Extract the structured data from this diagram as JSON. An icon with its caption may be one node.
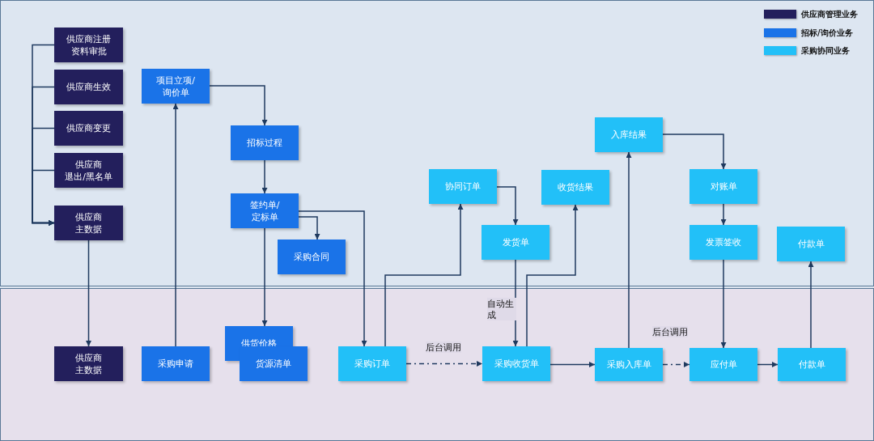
{
  "diagram": {
    "nodes": [
      {
        "text": [
          "供应商注册资料审批"
        ]
      },
      {
        "text": [
          "供应商生效"
        ]
      },
      {
        "text": [
          "供应商变更"
        ]
      },
      {
        "text": [
          "供应商退出/黑名单"
        ]
      },
      {
        "text": [
          "供应商主数据"
        ]
      },
      {
        "text": [
          "项目立项/询价单"
        ]
      },
      {
        "text": [
          "招标过程"
        ]
      },
      {
        "text": [
          "签约单/定标单"
        ]
      },
      {
        "text": [
          "采购合同"
        ]
      },
      {
        "text": [
          "入库结果"
        ]
      },
      {
        "text": [
          "协同订单"
        ]
      },
      {
        "text": [
          "收货结果"
        ]
      },
      {
        "text": [
          "对账单"
        ]
      },
      {
        "text": [
          "发货单"
        ]
      },
      {
        "text": [
          "发票签收"
        ]
      },
      {
        "text": [
          "付款单"
        ]
      },
      {
        "text": [
          "供应商主数据"
        ]
      },
      {
        "text": [
          "采购申请"
        ]
      },
      {
        "text": [
          "供货价格"
        ]
      },
      {
        "text": [
          "货源清单"
        ]
      },
      {
        "text": [
          "采购订单"
        ]
      },
      {
        "text": [
          "采购收货单"
        ]
      },
      {
        "text": [
          "采购入库单"
        ]
      },
      {
        "text": [
          "应付单"
        ]
      },
      {
        "text": [
          "付款单"
        ]
      }
    ],
    "edges": [
      {
        "from": 0,
        "to": 4,
        "arrow": "to"
      },
      {
        "from": 1,
        "to": 4,
        "arrow": "to"
      },
      {
        "from": 2,
        "to": 4,
        "arrow": "to"
      },
      {
        "from": 3,
        "to": 4,
        "arrow": "to"
      },
      {
        "from": 4,
        "to": 16,
        "arrow": "to"
      },
      {
        "from": 17,
        "to": 5,
        "arrow": "to"
      },
      {
        "from": 5,
        "to": 6,
        "arrow": "to"
      },
      {
        "from": 6,
        "to": 7,
        "arrow": "to"
      },
      {
        "from": 7,
        "to": 8,
        "arrow": "to"
      },
      {
        "from": 7,
        "to": 18,
        "arrow": "to"
      },
      {
        "from": 7,
        "to": 20,
        "arrow": "to"
      },
      {
        "from": 20,
        "to": 10,
        "arrow": "to"
      },
      {
        "from": 10,
        "to": 13,
        "arrow": "to"
      },
      {
        "from": 13,
        "to": 21,
        "arrow": "to",
        "label": "自动生成"
      },
      {
        "from": 21,
        "to": 11,
        "arrow": "to"
      },
      {
        "from": 22,
        "to": 9,
        "arrow": "to"
      },
      {
        "from": 9,
        "to": 12,
        "arrow": "to"
      },
      {
        "from": 12,
        "to": 14,
        "arrow": "to"
      },
      {
        "from": 14,
        "to": 23,
        "arrow": "to"
      },
      {
        "from": 24,
        "to": 15,
        "arrow": "to"
      },
      {
        "from": 20,
        "to": 21,
        "arrow": "to",
        "style": "dashed",
        "label": "后台调用"
      },
      {
        "from": 21,
        "to": 22,
        "arrow": "to"
      },
      {
        "from": 22,
        "to": 23,
        "arrow": "to",
        "style": "dashed",
        "label": "后台调用"
      },
      {
        "from": 23,
        "to": 24,
        "arrow": "to"
      }
    ],
    "legend": [
      {
        "text": "供应商管理业务",
        "color": "#231f5c"
      },
      {
        "text": "招标/询价业务",
        "color": "#1a73e8"
      },
      {
        "text": "采购协同业务",
        "color": "#22c0f8"
      }
    ]
  }
}
